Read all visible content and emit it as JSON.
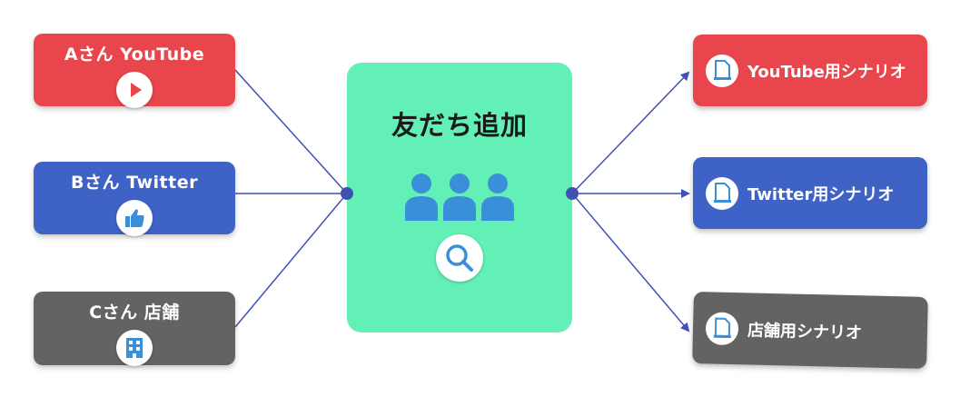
{
  "hub": {
    "title": "友だち追加",
    "icons": [
      "people-group-icon",
      "magnifier-icon"
    ],
    "background": "#62f0b6"
  },
  "sources": [
    {
      "label": "Aさん  YouTube",
      "icon": "youtube-play-icon",
      "color": "#e9454c"
    },
    {
      "label": "Bさん  Twitter",
      "icon": "thumbs-up-icon",
      "color": "#3f62c7"
    },
    {
      "label": "Cさん  店舗",
      "icon": "building-icon",
      "color": "#636363"
    }
  ],
  "scenarios": [
    {
      "label": "YouTube用シナリオ",
      "icon": "document-icon",
      "color": "#e9454c"
    },
    {
      "label": "Twitter用シナリオ",
      "icon": "document-icon",
      "color": "#3f62c7"
    },
    {
      "label": "店舗用シナリオ",
      "icon": "document-icon",
      "color": "#636363"
    }
  ],
  "colors": {
    "connector": "#3f51b5",
    "accent_blue": "#3a8fd9"
  }
}
